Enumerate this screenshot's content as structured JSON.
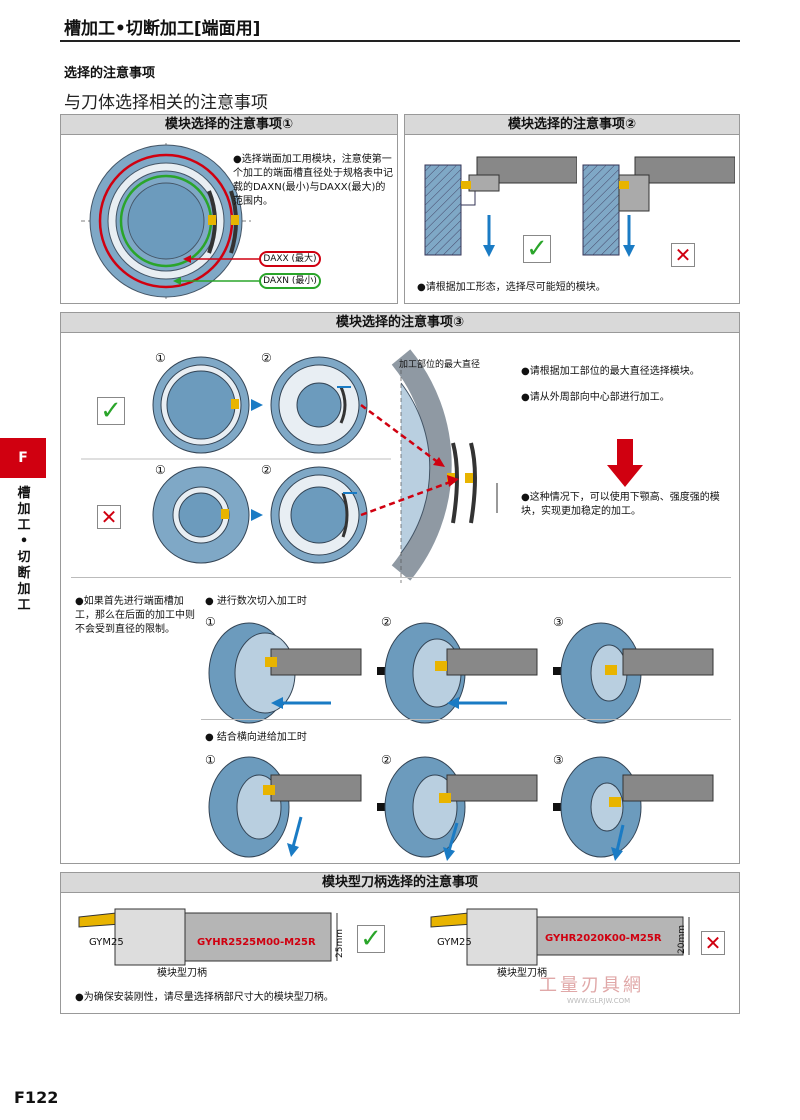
{
  "header": {
    "title": "槽加工•切断加工[端面用]"
  },
  "section": {
    "heading": "选择的注意事项",
    "subheading": "与刀体选择相关的注意事项"
  },
  "panel1": {
    "title": "模块选择的注意事项①",
    "note": "●选择端面加工用模块，注意使第一个加工的端面槽直径处于规格表中记载的DAXN(最小)与DAXX(最大)的范围内。",
    "daxx_label": "DAXX (最大)",
    "daxn_label": "DAXN (最小)"
  },
  "panel2": {
    "title": "模块选择的注意事项②",
    "note": "●请根据加工形态，选择尽可能短的模块。"
  },
  "panel3": {
    "title": "模块选择的注意事项③",
    "step1": "①",
    "step2": "②",
    "max_dia_label": "加工部位的最大直径",
    "note1": "●请根据加工部位的最大直径选择模块。",
    "note2": "●请从外周部向中心部进行加工。",
    "note3": "●这种情况下，可以使用下颚高、强度强的模块，实现更加稳定的加工。",
    "first_note": "●如果首先进行端面槽加工，那么在后面的加工中则不会受到直径的限制。",
    "multi_title": "● 进行数次切入加工时",
    "cross_title": "● 结合横向进给加工时",
    "n1": "①",
    "n2": "②",
    "n3": "③"
  },
  "panel4": {
    "title": "模块型刀柄选择的注意事项",
    "tool1": "GYHR2525M00-M25R",
    "tool2": "GYHR2020K00-M25R",
    "module": "GYM25",
    "dim1": "25mm",
    "dim2": "20mm",
    "shank_label": "模块型刀柄",
    "note": "●为确保安装刚性，请尽量选择柄部尺寸大的模块型刀柄。"
  },
  "side": {
    "tab": "F",
    "text": "槽加工•切断加工"
  },
  "watermark": {
    "line1": "工量刃具網",
    "line2": "WWW.GLRJW.COM"
  },
  "page": {
    "number": "F122"
  },
  "colors": {
    "accent_red": "#d00010",
    "ok_green": "#2aa52a",
    "blue": "#1a7bc4",
    "workpiece": "#6c9bbd",
    "insert_yellow": "#e8b400"
  }
}
